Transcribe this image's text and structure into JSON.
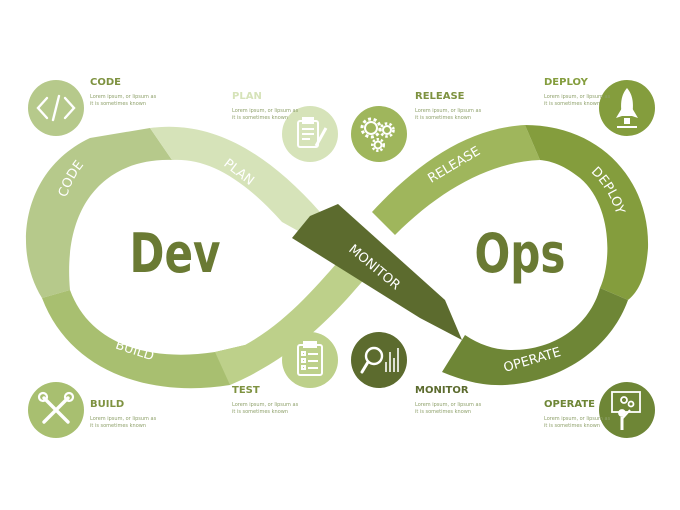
{
  "center": {
    "left_word": "Dev",
    "right_word": "Ops"
  },
  "band_labels": {
    "code": "CODE",
    "plan": "PLAN",
    "build": "BUILD",
    "test": "TEST",
    "monitor": "MONITOR",
    "release": "RELEASE",
    "deploy": "DEPLOY",
    "operate": "OPERATE"
  },
  "info": {
    "code": {
      "title": "CODE",
      "line1": "Lorem ipsum, or lipsum as",
      "line2": "it is sometimes known"
    },
    "plan": {
      "title": "PLAN",
      "line1": "Lorem ipsum, or lipsum as",
      "line2": "it is sometimes known"
    },
    "release": {
      "title": "RELEASE",
      "line1": "Lorem ipsum, or lipsum as",
      "line2": "it is sometimes known"
    },
    "deploy": {
      "title": "DEPLOY",
      "line1": "Lorem ipsum, or lipsum as",
      "line2": "it is sometimes known"
    },
    "build": {
      "title": "BUILD",
      "line1": "Lorem ipsum, or lipsum as",
      "line2": "it is sometimes known"
    },
    "test": {
      "title": "TEST",
      "line1": "Lorem ipsum, or lipsum as",
      "line2": "it is sometimes known"
    },
    "monitor": {
      "title": "MONITOR",
      "line1": "Lorem ipsum, or lipsum as",
      "line2": "it is sometimes known"
    },
    "operate": {
      "title": "OPERATE",
      "line1": "Lorem ipsum, or lipsum as",
      "line2": "it is sometimes known"
    }
  },
  "icons": {
    "code": "code-brackets-icon",
    "plan": "clipboard-icon",
    "release": "gears-icon",
    "deploy": "rocket-icon",
    "build": "tools-icon",
    "test": "checklist-icon",
    "monitor": "magnifier-chart-icon",
    "operate": "presenter-icon"
  },
  "colors": {
    "code": "#b6c98b",
    "plan": "#d6e3b9",
    "build": "#a8bf70",
    "test": "#bdd08a",
    "monitor": "#5c6b2e",
    "release": "#9fb65c",
    "deploy": "#849d3d",
    "operate": "#6e8636",
    "center_text": "#6a7a33",
    "title_text": "#7e9240",
    "body_text": "#8ea06a"
  }
}
